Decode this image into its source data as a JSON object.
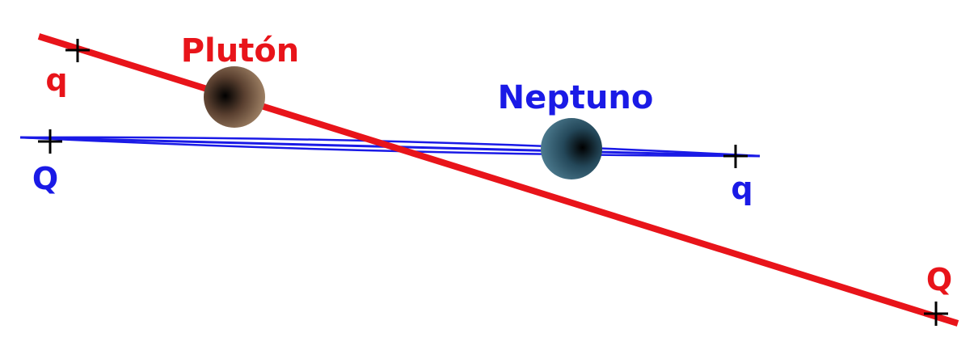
{
  "labels": {
    "pluto": "Plutón",
    "neptune": "Neptuno",
    "pluto_q": "q",
    "pluto_Q": "Q",
    "neptune_Q": "Q",
    "neptune_q": "q"
  },
  "colors": {
    "pluto_orbit": "#e8141a",
    "neptune_orbit": "#1a1ae6",
    "pluto_body": "#8a6a50",
    "neptune_body": "#3a6578",
    "marker": "#000000"
  }
}
